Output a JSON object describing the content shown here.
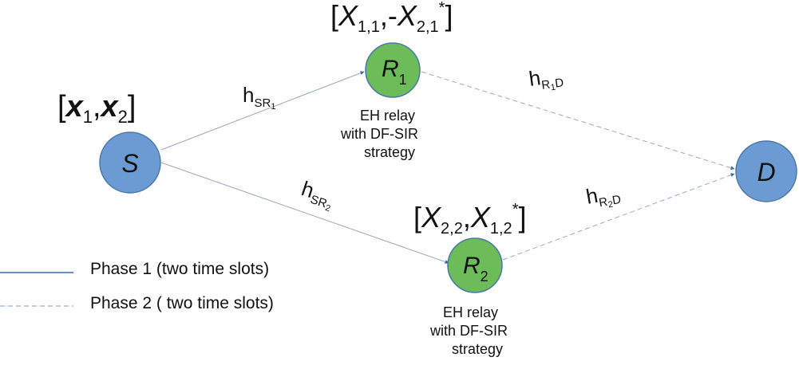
{
  "colors": {
    "source_node": "#6b9bd2",
    "relay_node": "#6cbd5a",
    "dest_node": "#6b9bd2",
    "node_stroke": "#4a78a8",
    "edge": "#9aa9c0",
    "arrow": "#3a6aa8",
    "legend_solid": "#3a6aa8",
    "legend_dashed": "#7a98c8"
  },
  "nodes": {
    "source": {
      "label": "S",
      "vector": {
        "open": "[",
        "a": "x",
        "a_sub": "1",
        "sep": ",",
        "b": "x",
        "b_sub": "2",
        "close": "]"
      }
    },
    "relay1": {
      "label": "R",
      "sub": "1",
      "vector": {
        "open": "[",
        "a": "X",
        "a_sub": "1,1",
        "sep": ",-",
        "b": "X",
        "b_sub": "2,1",
        "b_sup": "*",
        "close": "]"
      },
      "caption": [
        "EH relay",
        "with DF-SIR",
        "strategy"
      ]
    },
    "relay2": {
      "label": "R",
      "sub": "2",
      "vector": {
        "open": "[",
        "a": "X",
        "a_sub": "2,2",
        "sep": ",",
        "b": "X",
        "b_sub": "1,2",
        "b_sup": "*",
        "close": "]"
      },
      "caption": [
        "EH relay",
        "with DF-SIR",
        "strategy"
      ]
    },
    "dest": {
      "label": "D"
    }
  },
  "channels": {
    "sr1": {
      "h": "h",
      "sub": "SR",
      "subsub": "1"
    },
    "sr2": {
      "h": "h",
      "sub": "SR",
      "subsub": "2"
    },
    "r1d": {
      "h": "h",
      "sub": "R",
      "subsub": "1",
      "tail": "D"
    },
    "r2d": {
      "h": "h",
      "sub": "R",
      "subsub": "2",
      "tail": "D"
    }
  },
  "legend": {
    "phase1": "Phase 1  (two time slots)",
    "phase2": "Phase 2 ( two time slots)"
  }
}
